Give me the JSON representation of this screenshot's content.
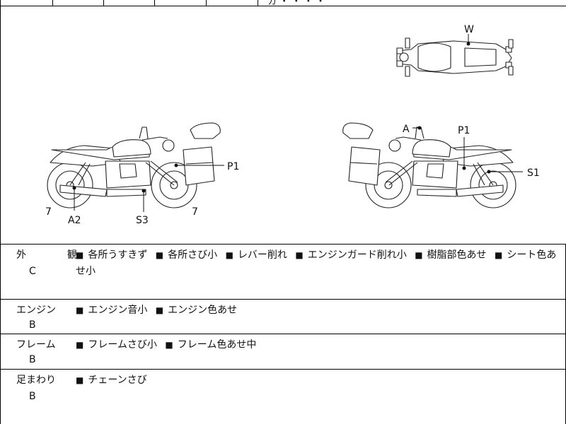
{
  "header": {
    "clipped_text": "カ ・ ・ ・ ・"
  },
  "diagram": {
    "left_labels": {
      "p1": "P1",
      "a2": "A2",
      "s3": "S3",
      "n_left": "7",
      "n_right": "7"
    },
    "top_labels": {
      "w": "W"
    },
    "right_labels": {
      "a": "A",
      "p1": "P1",
      "s1": "S1"
    }
  },
  "sections": [
    {
      "category": "外　観",
      "grade": "C",
      "items": [
        "各所うすきず",
        "各所さび小",
        "レバー削れ",
        "エンジンガード削れ小",
        "樹脂部色あせ",
        "シート色あせ小"
      ]
    },
    {
      "category": "エンジン",
      "grade": "B",
      "items": [
        "エンジン音小",
        "エンジン色あせ"
      ]
    },
    {
      "category": "フレーム",
      "grade": "B",
      "items": [
        "フレームさび小",
        "フレーム色あせ中"
      ]
    },
    {
      "category": "足まわり",
      "grade": "B",
      "items": [
        "チェーンさび"
      ]
    }
  ],
  "bullet_symbol": "■"
}
